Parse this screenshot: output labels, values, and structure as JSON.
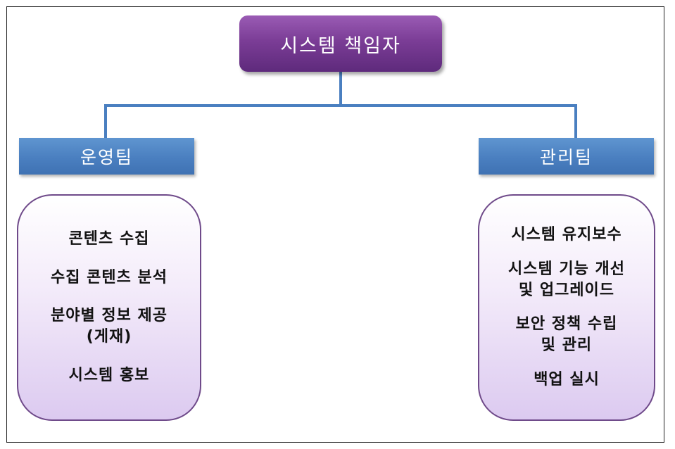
{
  "root": {
    "label": "시스템 책임자"
  },
  "teams": [
    {
      "label": "운영팀",
      "tasks": [
        "콘텐츠 수집",
        "수집 콘텐츠 분석",
        "분야별 정보 제공\n(게재)",
        "시스템 홍보"
      ]
    },
    {
      "label": "관리팀",
      "tasks": [
        "시스템 유지보수",
        "시스템 기능 개선\n및 업그레이드",
        "보안 정책 수립\n및 관리",
        "백업 실시"
      ]
    }
  ],
  "colors": {
    "root_fill": "#7b3d96",
    "team_fill": "#4a7fc0",
    "connector": "#4a7fc0",
    "task_border": "#6f4a8a"
  }
}
